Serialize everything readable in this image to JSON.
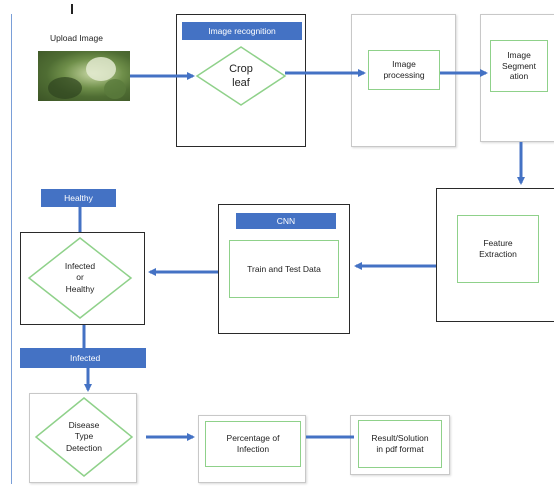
{
  "colors": {
    "bar_blue": "#4472c4",
    "arrow_blue": "#4472c4",
    "green_border": "#8fd18a",
    "diamond_border": "#8fd18a"
  },
  "upload": {
    "label": "Upload Image",
    "image_icon": "leaf-photo"
  },
  "image_recognition": {
    "header": "Image recognition",
    "diamond": "Crop\nleaf"
  },
  "image_processing": {
    "label": "Image\nprocessing"
  },
  "image_segmentation": {
    "label": "Image\nSegment\nation"
  },
  "feature_extraction": {
    "label": "Feature\nExtraction"
  },
  "cnn": {
    "header": "CNN",
    "label": "Train and Test Data"
  },
  "health_check": {
    "healthy_bar": "Healthy",
    "diamond": "Infected\nor\nHealthy",
    "infected_bar": "Infected"
  },
  "disease_detection": {
    "diamond": "Disease\nType\nDetection"
  },
  "percentage": {
    "label": "Percentage of\nInfection"
  },
  "result": {
    "label": "Result/Solution\nin pdf format"
  }
}
